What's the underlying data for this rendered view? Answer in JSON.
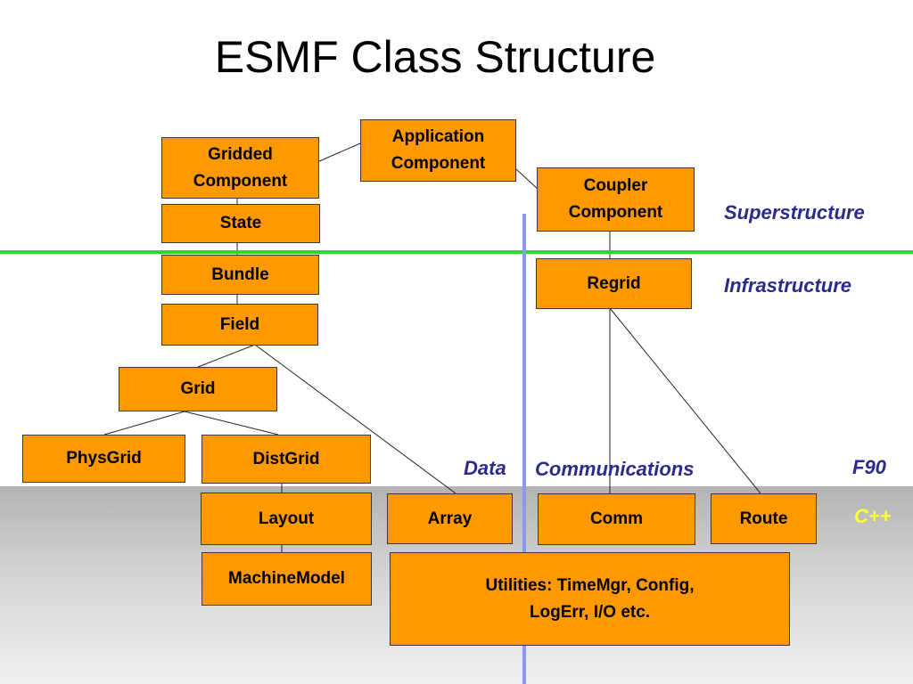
{
  "title": "ESMF Class Structure",
  "boxes": {
    "application_component": "Application\nComponent",
    "gridded_component": "Gridded\nComponent",
    "coupler_component": "Coupler\nComponent",
    "state": "State",
    "bundle": "Bundle",
    "field": "Field",
    "grid": "Grid",
    "physgrid": "PhysGrid",
    "distgrid": "DistGrid",
    "layout": "Layout",
    "machinemodel": "MachineModel",
    "array": "Array",
    "regrid": "Regrid",
    "comm": "Comm",
    "route": "Route",
    "utilities": "Utilities: TimeMgr, Config,\nLogErr, I/O etc."
  },
  "labels": {
    "superstructure": "Superstructure",
    "infrastructure": "Infrastructure",
    "data": "Data",
    "communications": "Communications",
    "f90": "F90",
    "cpp": "C++"
  },
  "colors": {
    "box_fill": "#ff9900",
    "superstructure_divider": "#22dd22",
    "data_comm_divider": "#8899ee",
    "label_blue": "#2b2b8c",
    "cpp_label": "#ffff33"
  }
}
